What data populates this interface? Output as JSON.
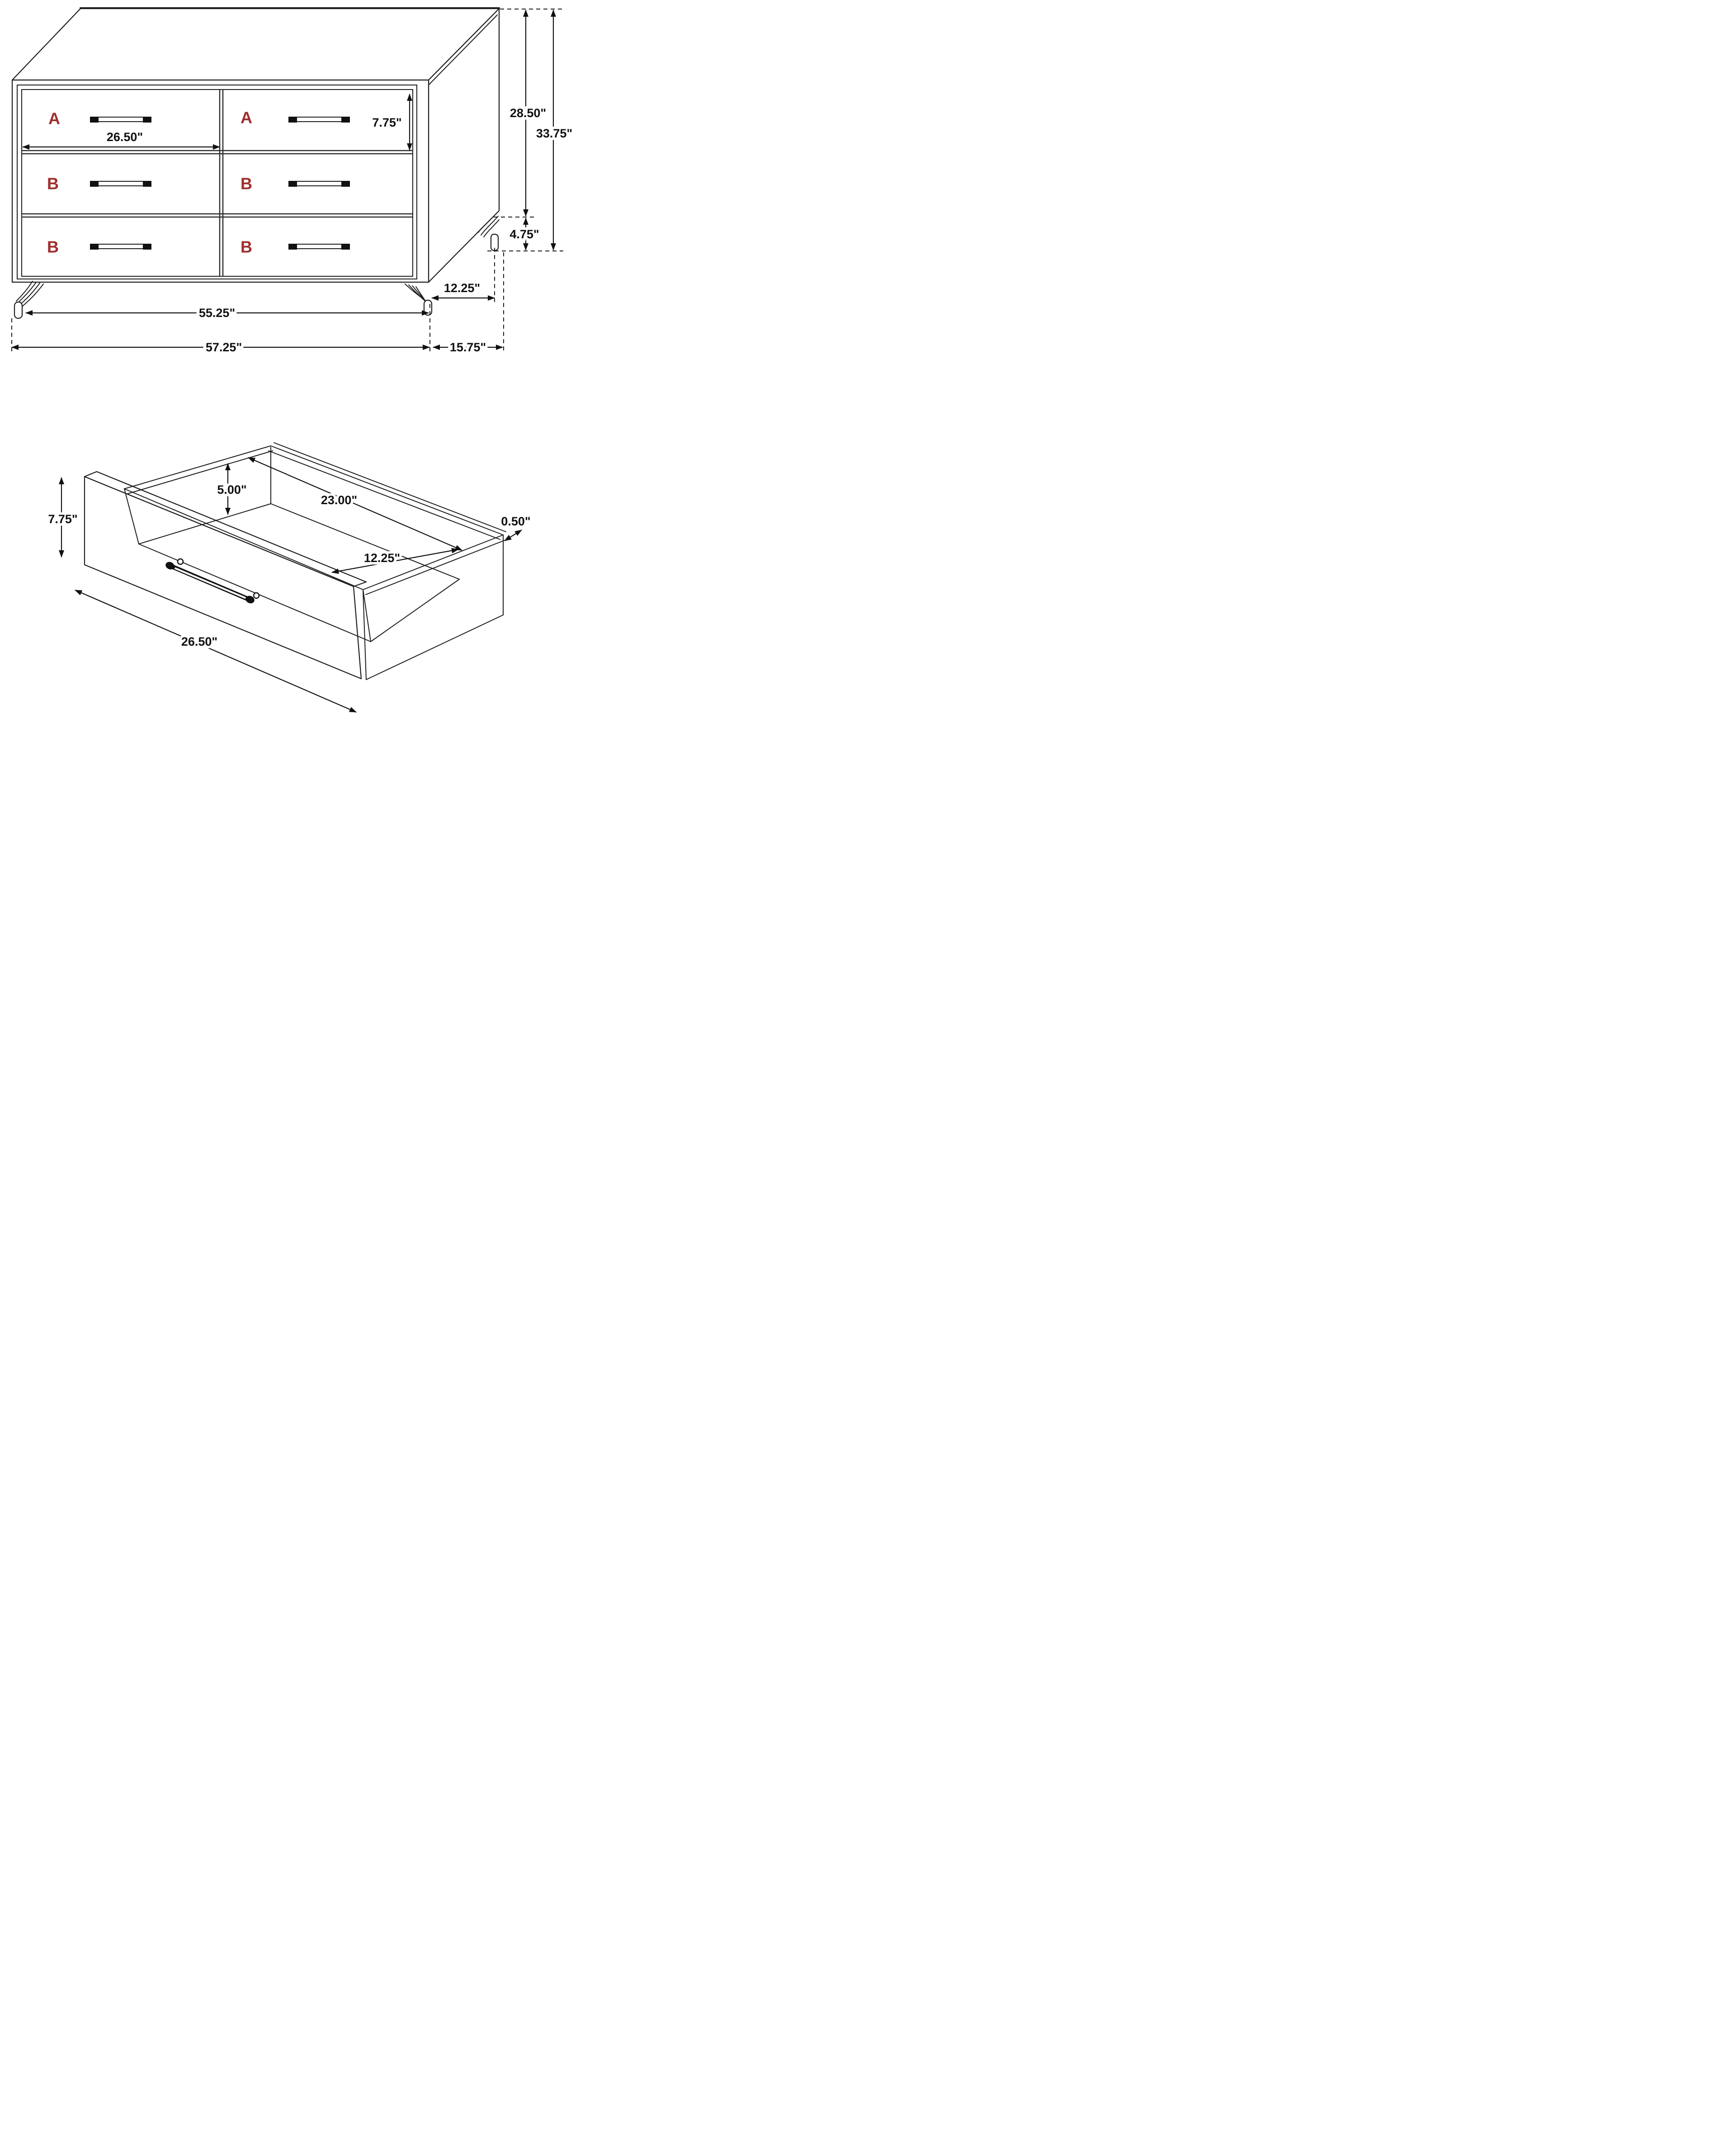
{
  "colors": {
    "line": "#1c1c1c",
    "label_red": "#9e2f2b",
    "dimension_text": "#111111",
    "background": "#ffffff"
  },
  "dresser_view": {
    "drawer_labels": {
      "a1": "A",
      "a2": "A",
      "b1": "B",
      "b2": "B",
      "b3": "B",
      "b4": "B"
    },
    "dimensions": {
      "drawer_width": "26.50\"",
      "drawer_height": "7.75\"",
      "case_height": "28.50\"",
      "overall_height": "33.75\"",
      "leg_height": "4.75\"",
      "leg_span_width": "55.25\"",
      "overall_width": "57.25\"",
      "leg_span_depth": "12.25\"",
      "overall_depth": "15.75\""
    }
  },
  "drawer_view": {
    "dimensions": {
      "front_height": "7.75\"",
      "inner_height": "5.00\"",
      "inner_width": "23.00\"",
      "inner_depth": "12.25\"",
      "wall_thickness": "0.50\"",
      "front_width": "26.50\""
    }
  }
}
